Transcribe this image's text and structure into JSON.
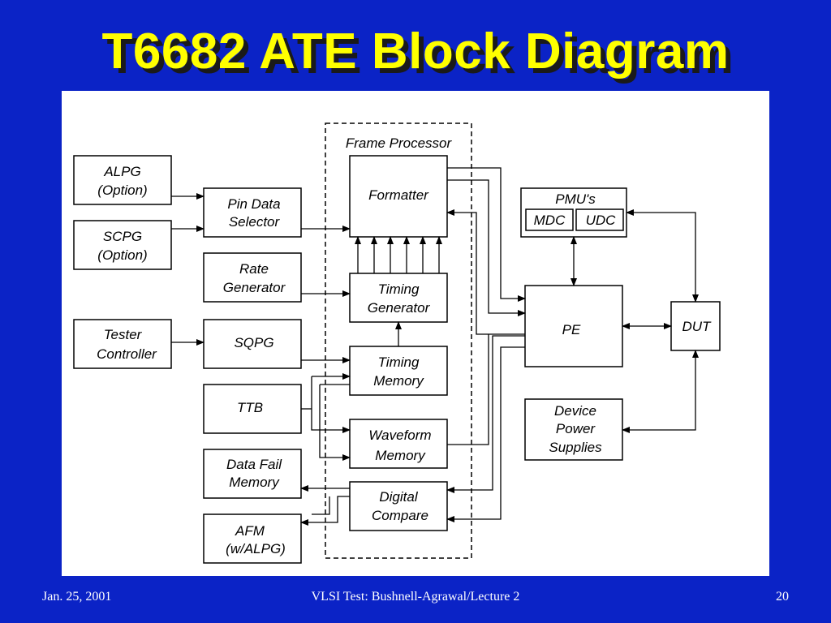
{
  "slide": {
    "title": "T6682 ATE Block Diagram",
    "footer_left": "Jan. 25, 2001",
    "footer_center": "VLSI Test: Bushnell-Agrawal/Lecture 2",
    "footer_right": "20"
  },
  "diagram": {
    "frame_label": "Frame Processor",
    "blocks": {
      "alpg": [
        "ALPG",
        "(Option)"
      ],
      "scpg": [
        "SCPG",
        "(Option)"
      ],
      "tester_controller": [
        "Tester",
        "Controller"
      ],
      "pin_data_selector": [
        "Pin Data",
        "Selector"
      ],
      "rate_generator": [
        "Rate",
        "Generator"
      ],
      "sqpg": [
        "SQPG"
      ],
      "ttb": [
        "TTB"
      ],
      "data_fail_memory": [
        "Data Fail",
        "Memory"
      ],
      "afm": [
        "AFM",
        "(w/ALPG)"
      ],
      "formatter": [
        "Formatter"
      ],
      "timing_generator": [
        "Timing",
        "Generator"
      ],
      "timing_memory": [
        "Timing",
        "Memory"
      ],
      "waveform_memory": [
        "Waveform",
        "Memory"
      ],
      "digital_compare": [
        "Digital",
        "Compare"
      ],
      "pmus": [
        "PMU's"
      ],
      "mdc": [
        "MDC"
      ],
      "udc": [
        "UDC"
      ],
      "pe": [
        "PE"
      ],
      "dut": [
        "DUT"
      ],
      "device_power_supplies": [
        "Device",
        "Power",
        "Supplies"
      ]
    }
  }
}
